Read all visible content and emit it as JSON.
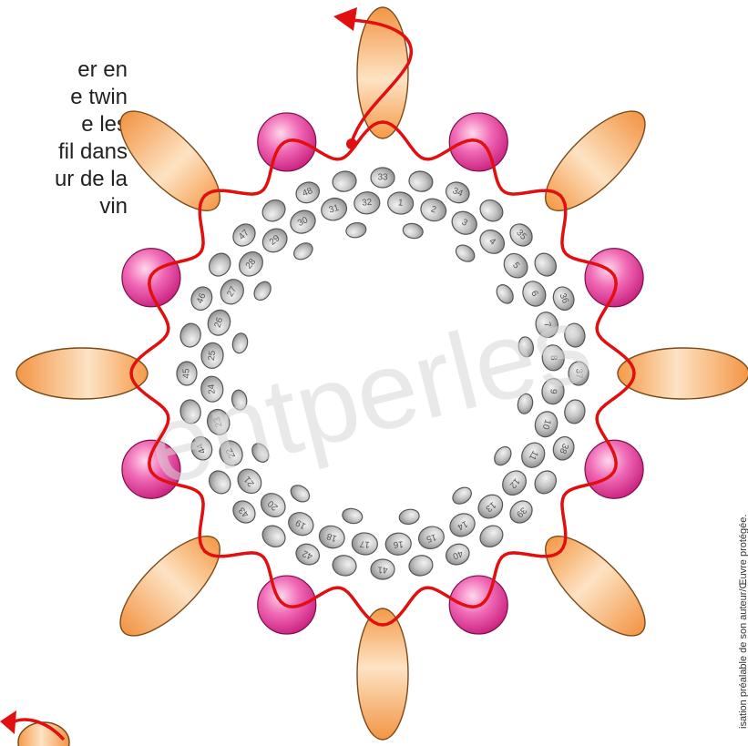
{
  "instructions": {
    "lines": [
      "er en",
      "e twin",
      "e les",
      "fil dans",
      "ur de la",
      "vin"
    ]
  },
  "watermark": "entperles",
  "copyright": "isation préalable de son auteur/Œuvre protégée.",
  "colors": {
    "gray_bead": "#b8b8b8",
    "pink_bead": "#e8409a",
    "orange_bead": "#f5a55a",
    "thread": "#e01010"
  },
  "beads": {
    "outer_ring_labels": [
      "33",
      "34",
      "35",
      "36",
      "37",
      "38",
      "39",
      "40",
      "41",
      "42",
      "43",
      "44",
      "45",
      "46",
      "47",
      "48"
    ],
    "inner_ring_labels": [
      "1",
      "2",
      "3",
      "4",
      "5",
      "6",
      "7",
      "8",
      "9",
      "10",
      "11",
      "12",
      "13",
      "14",
      "15",
      "16",
      "17",
      "18",
      "19",
      "20",
      "21",
      "22",
      "23",
      "24",
      "25",
      "26",
      "27",
      "28",
      "29",
      "30",
      "31",
      "32"
    ]
  },
  "icons": [
    "arrow-top-icon",
    "arrow-bottom-left-icon"
  ]
}
